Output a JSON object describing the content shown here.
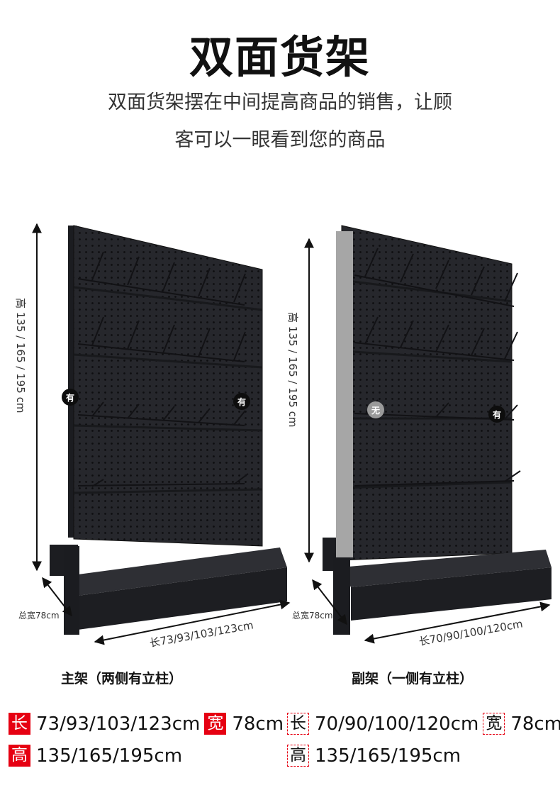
{
  "header": {
    "title": "双面货架",
    "subtitle_line1": "双面货架摆在中间提高商品的销售，让顾",
    "subtitle_line2": "客可以一眼看到您的商品"
  },
  "main_shelf": {
    "height_label": "高 135 / 165 / 195 cm",
    "depth_label": "总宽78cm",
    "length_label": "长73/93/103/123cm",
    "left_badge": "有",
    "right_badge": "有",
    "caption": "主架（两侧有立柱）",
    "spec": {
      "length_tag": "长",
      "length_value": "73/93/103/123cm",
      "width_tag": "宽",
      "width_value": "78cm",
      "height_tag": "高",
      "height_value": "135/165/195cm"
    }
  },
  "sub_shelf": {
    "height_label": "高 135 / 165 / 195 cm",
    "depth_label": "总宽78cm",
    "length_label": "长70/90/100/120cm",
    "left_badge": "无",
    "right_badge": "有",
    "caption": "副架（一侧有立柱）",
    "spec": {
      "length_tag": "长",
      "length_value": "70/90/100/120cm",
      "width_tag": "宽",
      "width_value": "78cm",
      "height_tag": "高",
      "height_value": "135/165/195cm"
    }
  },
  "colors": {
    "shelf": "#26272c",
    "accent": "#e60012",
    "missing_post": "#a6a6a6"
  }
}
